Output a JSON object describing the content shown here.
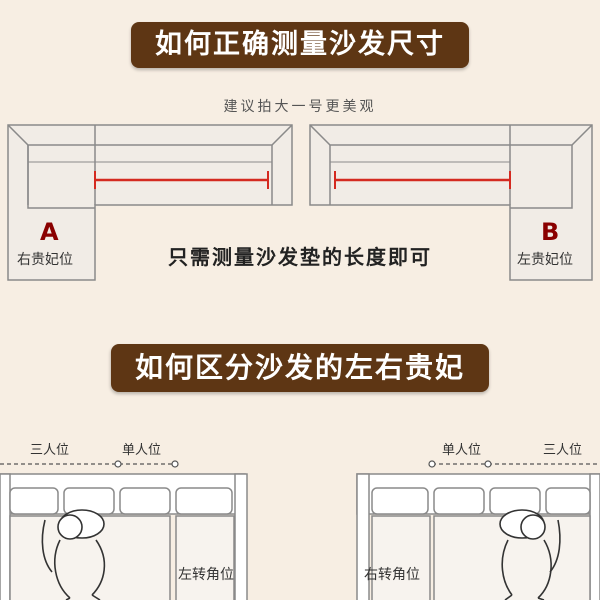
{
  "title": "如何正确测量沙发尺寸",
  "subtitle": "建议拍大一号更美观",
  "instruction": "只需测量沙发垫的长度即可",
  "sofa_a": {
    "letter": "A",
    "label": "右贵妃位"
  },
  "sofa_b": {
    "letter": "B",
    "label": "左贵妃位"
  },
  "section2_title": "如何区分沙发的左右贵妃",
  "left_diagram": {
    "three_seat": "三人位",
    "single_seat": "单人位",
    "corner": "左转角位"
  },
  "right_diagram": {
    "single_seat": "单人位",
    "three_seat": "三人位",
    "corner": "右转角位"
  },
  "colors": {
    "banner": "#5e3614",
    "measure_line": "#d42a20",
    "letter": "#8a0000",
    "background": "#f7eee3"
  }
}
